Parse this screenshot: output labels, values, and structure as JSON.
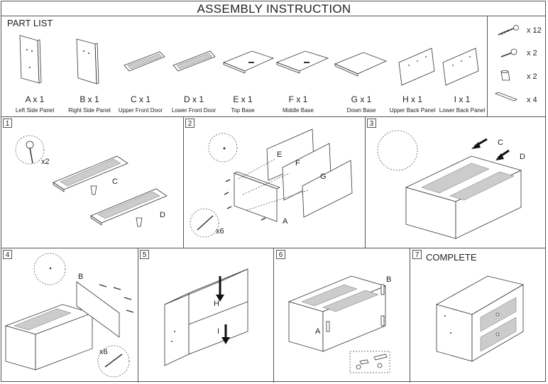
{
  "title": "ASSEMBLY INSTRUCTION",
  "part_list": {
    "heading": "PART LIST",
    "parts": [
      {
        "name": "A x 1",
        "desc": "Left Side Panel"
      },
      {
        "name": "B x 1",
        "desc": "Right Side Panel"
      },
      {
        "name": "C x 1",
        "desc": "Upper Front Door"
      },
      {
        "name": "D x 1",
        "desc": "Lower Front Door"
      },
      {
        "name": "E x 1",
        "desc": "Top Base"
      },
      {
        "name": "F x 1",
        "desc": "Middle Base"
      },
      {
        "name": "G x 1",
        "desc": "Down Base"
      },
      {
        "name": "H x 1",
        "desc": "Upper Back Panel"
      },
      {
        "name": "I x 1",
        "desc": "Lower Back Panel"
      }
    ],
    "hardware": [
      {
        "icon": "long-screw-icon",
        "qty": "x 12"
      },
      {
        "icon": "short-screw-icon",
        "qty": "x 2"
      },
      {
        "icon": "knob-icon",
        "qty": "x 2"
      },
      {
        "icon": "hinge-strip-icon",
        "qty": "x 4"
      }
    ]
  },
  "steps": [
    {
      "number": "1",
      "labels": [
        "x2",
        "C",
        "D"
      ]
    },
    {
      "number": "2",
      "labels": [
        "E",
        "F",
        "G",
        "A",
        "x6"
      ]
    },
    {
      "number": "3",
      "labels": [
        "C",
        "D"
      ]
    },
    {
      "number": "4",
      "labels": [
        "B",
        "x6"
      ]
    },
    {
      "number": "5",
      "labels": [
        "H",
        "I"
      ]
    },
    {
      "number": "6",
      "labels": [
        "B",
        "A"
      ]
    },
    {
      "number": "7",
      "complete": "COMPLETE"
    }
  ]
}
